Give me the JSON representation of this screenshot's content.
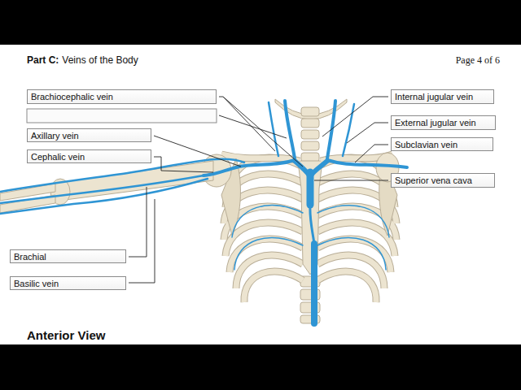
{
  "diagram": {
    "title": "Veins of the Body",
    "nodes": [
      {
        "text": [
          "Brachiocephalic vein"
        ]
      },
      {
        "text": [
          "Internal jugular vein"
        ]
      },
      {
        "text": [
          "External jugular vein"
        ]
      },
      {
        "text": [
          "Axillary vein"
        ]
      },
      {
        "text": [
          "Subclavian vein"
        ]
      },
      {
        "text": [
          "Cephalic vein"
        ]
      },
      {
        "text": [
          "Superior vena cava"
        ]
      },
      {
        "text": [
          "Brachial"
        ]
      },
      {
        "text": [
          "Basilic vein"
        ]
      }
    ],
    "labels": [
      "Part C:",
      "Page 4 of 6",
      "Anterior View"
    ]
  }
}
